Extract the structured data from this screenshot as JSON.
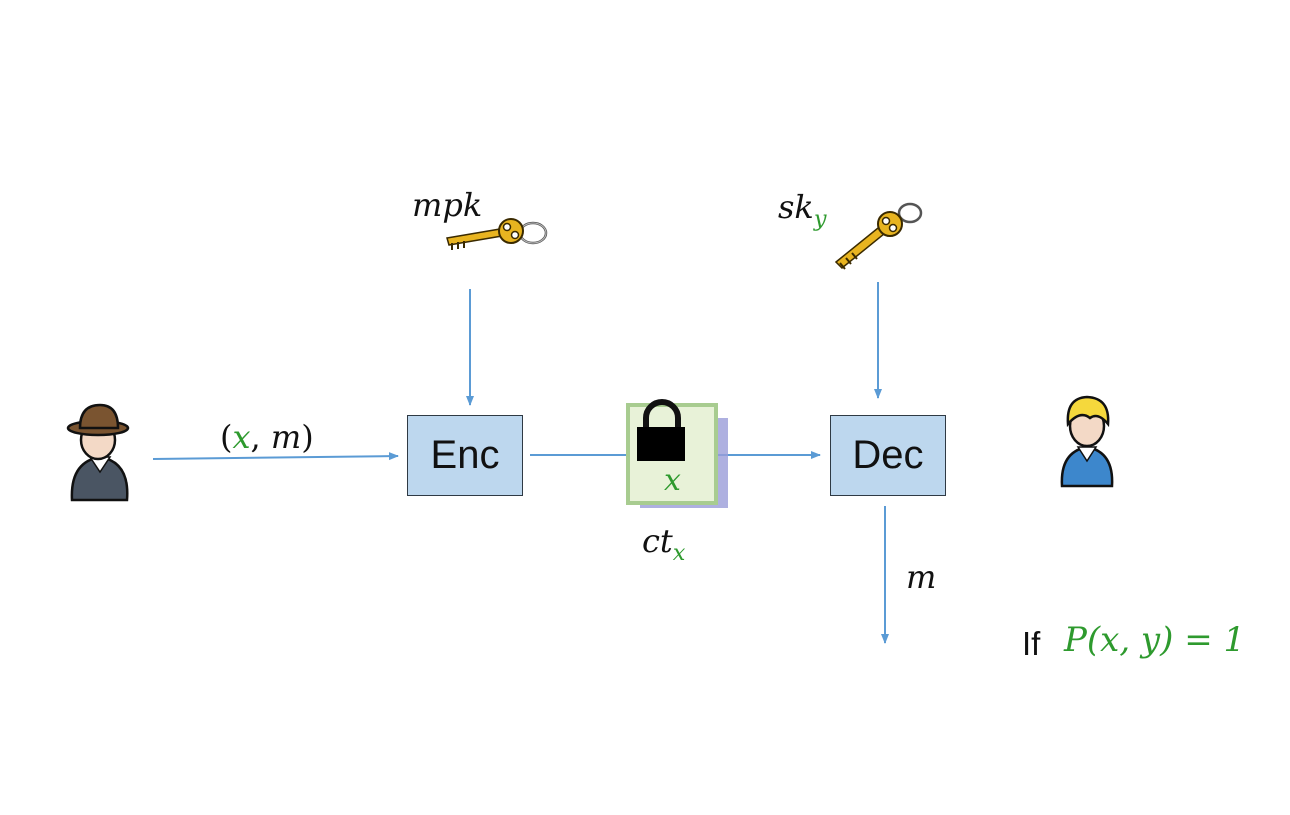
{
  "diagram": {
    "enc_box": "Enc",
    "dec_box": "Dec",
    "input_label": {
      "open": "(",
      "x": "x",
      "sep": ",",
      "m": "m",
      "close": ")"
    },
    "mpk_label": "mpk",
    "sk_label": {
      "base": "sk",
      "sub": "y"
    },
    "ciphertext_label": {
      "base": "ct",
      "sub": "x"
    },
    "ciphertext_tag": "x",
    "output_label": "m",
    "condition": {
      "if_word": "If",
      "expr": "P(x, y) = 1"
    }
  },
  "colors": {
    "arrow": "#5b9bd5",
    "box_fill": "#bdd7ee",
    "variable_green": "#2e9a2e",
    "key_gold": "#e8b420"
  }
}
